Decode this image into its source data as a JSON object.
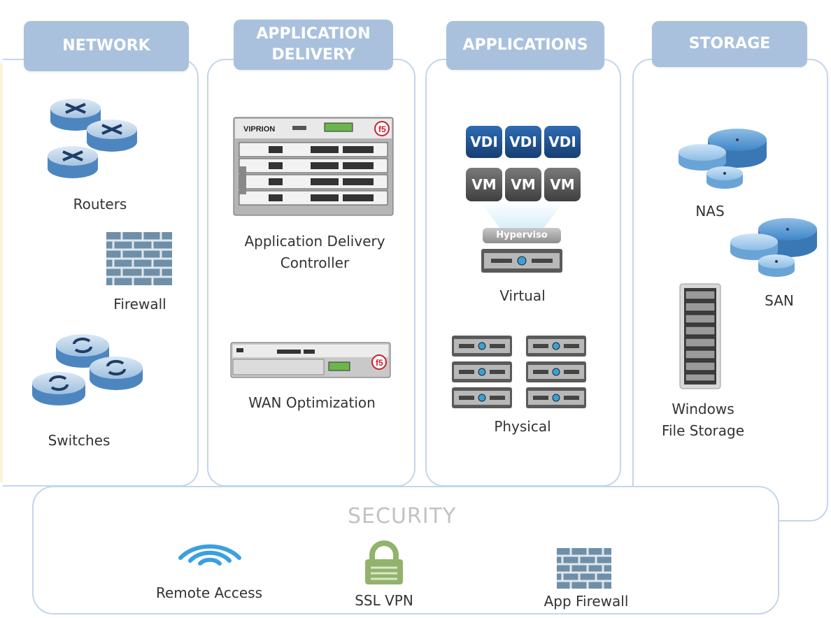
{
  "sections": {
    "network": {
      "title": "NETWORK",
      "items": [
        "Routers",
        "Firewall",
        "Switches"
      ]
    },
    "app_delivery": {
      "title": "APPLICATION\nDELIVERY",
      "items": [
        "Application Delivery\nController",
        "WAN Optimization"
      ],
      "device_brand": "VIPRION"
    },
    "applications": {
      "title": "APPLICATIONS",
      "items": [
        "Virtual",
        "Physical"
      ],
      "vdi": [
        "VDI",
        "VDI",
        "VDI"
      ],
      "vm": [
        "VM",
        "VM",
        "VM"
      ],
      "hypervisor": "Hyperviso"
    },
    "storage": {
      "title": "STORAGE",
      "items": [
        "NAS",
        "SAN",
        "Windows\nFile Storage"
      ]
    }
  },
  "security": {
    "title": "SECURITY",
    "items": [
      "Remote Access",
      "SSL VPN",
      "App Firewall"
    ]
  },
  "colors": {
    "header_bg": "#a9c1dd",
    "panel_border": "#c3d6ea",
    "router_blue": "#5e93c6",
    "vdi_blue": "#1f4f8c",
    "vm_gray": "#5d5d5d",
    "disk_blue": "#6fa8d8",
    "wifi_blue": "#3aa0e0",
    "lock_green": "#93b26c"
  }
}
